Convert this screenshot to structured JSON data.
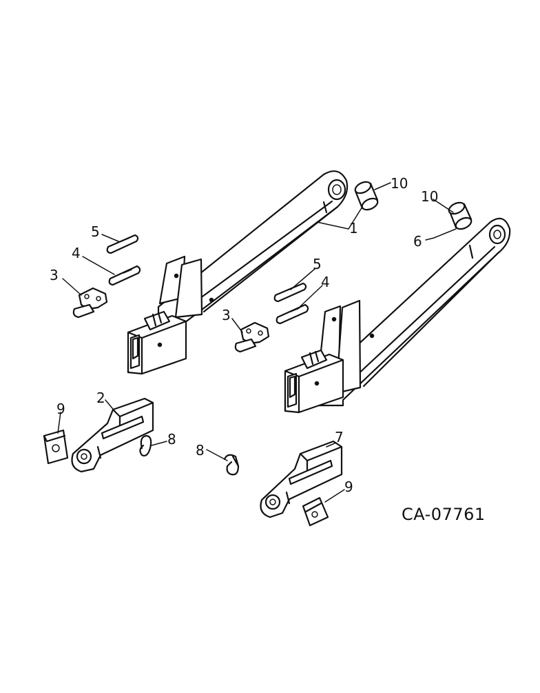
{
  "diagram": {
    "figure_code": "CA-07761",
    "callouts": [
      {
        "id": "c-1",
        "text": "1"
      },
      {
        "id": "c-2",
        "text": "2"
      },
      {
        "id": "c-3a",
        "text": "3"
      },
      {
        "id": "c-3b",
        "text": "3"
      },
      {
        "id": "c-4a",
        "text": "4"
      },
      {
        "id": "c-4b",
        "text": "4"
      },
      {
        "id": "c-5a",
        "text": "5"
      },
      {
        "id": "c-5b",
        "text": "5"
      },
      {
        "id": "c-6",
        "text": "6"
      },
      {
        "id": "c-7",
        "text": "7"
      },
      {
        "id": "c-8a",
        "text": "8"
      },
      {
        "id": "c-8b",
        "text": "8"
      },
      {
        "id": "c-9a",
        "text": "9"
      },
      {
        "id": "c-9b",
        "text": "9"
      },
      {
        "id": "c-10a",
        "text": "10"
      },
      {
        "id": "c-10b",
        "text": "10"
      }
    ]
  }
}
